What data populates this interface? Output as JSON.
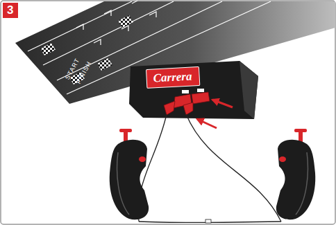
{
  "diagram": {
    "nodes": [
      {
        "text": [
          "3"
        ]
      },
      {
        "text": [
          "Carrera"
        ]
      }
    ],
    "labels": [
      "START",
      "FINISH"
    ]
  }
}
